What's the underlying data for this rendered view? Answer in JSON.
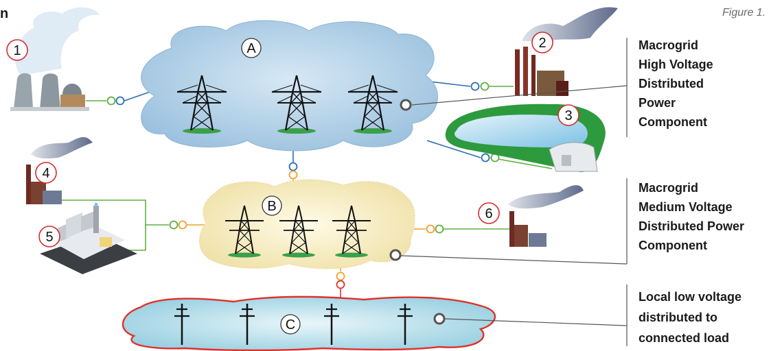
{
  "figure_caption": "Figure 1.",
  "cropped_heading_fragment": "n",
  "clouds": {
    "a": {
      "label": "A"
    },
    "b": {
      "label": "B"
    },
    "c": {
      "label": "C"
    }
  },
  "sources": [
    {
      "number": "1",
      "kind": "nuclear cooling towers"
    },
    {
      "number": "2",
      "kind": "industrial plant"
    },
    {
      "number": "3",
      "kind": "hydro dam reservoir"
    },
    {
      "number": "4",
      "kind": "small plant"
    },
    {
      "number": "5",
      "kind": "factory"
    },
    {
      "number": "6",
      "kind": "small plant"
    }
  ],
  "callouts": {
    "high_voltage": [
      "Macrogrid",
      "High Voltage",
      "Distributed",
      "Power",
      "Component"
    ],
    "medium_voltage": [
      "Macrogrid",
      "Medium Voltage",
      "Distributed Power",
      "Component"
    ],
    "low_voltage": [
      "Local low voltage",
      "distributed to",
      "connected load"
    ]
  },
  "colors": {
    "high_voltage_cloud": "#a9cbe3",
    "medium_voltage_cloud": "#f4ebc3",
    "low_voltage_cloud": "#bfe0ea",
    "low_voltage_outline": "#e0302c",
    "blue_link": "#2a6db5",
    "green_link": "#5bb03e",
    "orange_link": "#f0a02a",
    "red_link": "#e0302c"
  }
}
